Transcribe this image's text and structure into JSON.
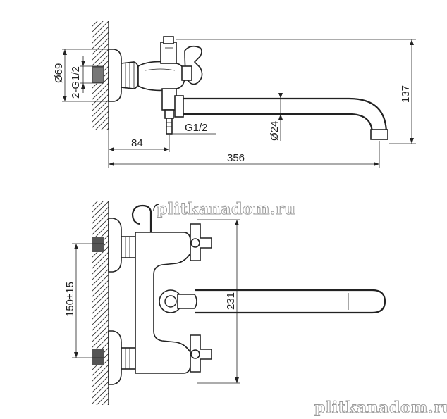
{
  "dimensions": {
    "flange_diameter": "Ø69",
    "inlet_thread": "2-G1/2",
    "outlet_thread": "G1/2",
    "spout_diameter": "Ø24",
    "height": "137",
    "wall_to_outlet": "84",
    "spout_reach": "356",
    "inlet_spacing": "150±15",
    "body_height": "231"
  },
  "watermarks": {
    "center": "plitkanadom.ru",
    "corner": "plitkanadom.ru"
  }
}
